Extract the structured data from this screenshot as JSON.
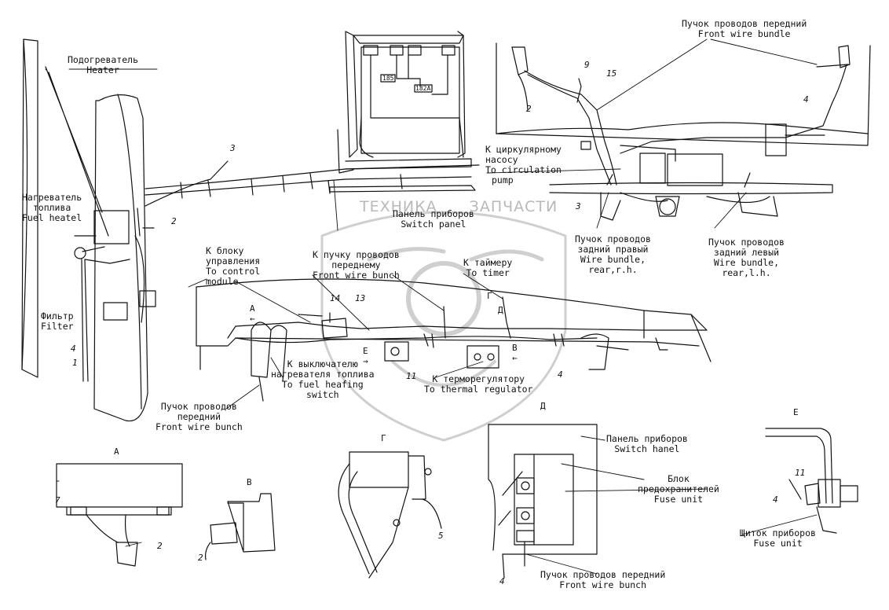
{
  "labels": {
    "heater": [
      "Подогреватель",
      "Heater"
    ],
    "fuel_heater": [
      "Нагреватель",
      "топлива",
      "Fuel heatel"
    ],
    "filter": [
      "Фильтр",
      "Filter"
    ],
    "front_bundle_top": [
      "Пучок проводов передний",
      "Front wire bundle"
    ],
    "circ_pump": [
      "К циркулярному",
      "насосу",
      "To circulation",
      "pump"
    ],
    "switch_panel": [
      "Панель приборов",
      "Switch panel"
    ],
    "control_block": [
      "К блоку",
      "управления",
      "To control",
      "module"
    ],
    "front_bunch_mid": [
      "К пучку проводов",
      "переднему",
      "Front wire bunch"
    ],
    "timer": [
      "К таймеру",
      "To timer"
    ],
    "rear_right": [
      "Пучок проводов",
      "задний правый",
      "Wire bundle,",
      "rear,r.h."
    ],
    "rear_left": [
      "Пучок проводов",
      "задний левый",
      "Wire bundle,",
      "rear,l.h."
    ],
    "heater_switch": [
      "К выключателю",
      "нагревателя топлива",
      "To fuel heafing",
      "switch"
    ],
    "thermo": [
      "К терморегулятору",
      "To thermal regulator"
    ],
    "front_bunch_left": [
      "Пучок проводов",
      "передний",
      "Front wire bunch"
    ],
    "switch_hanel": [
      "Панель приборов",
      "Switch hanel"
    ],
    "fuse_unit": [
      "Блок",
      "предохранителей",
      "Fuse unit"
    ],
    "front_bunch_d": [
      "Пучок проводов передний",
      "Front wire bunch"
    ],
    "shchitok": [
      "Щиток приборов",
      "Fuse unit"
    ]
  },
  "view_letters": {
    "A": "А",
    "B": "В",
    "G": "Г",
    "D": "Д",
    "E": "Е",
    "arrow_A": "А",
    "arrow_E": "Е",
    "arrow_B": "В",
    "arrow_G": "Г",
    "arrow_D": "Д"
  },
  "callouts": {
    "n3a": "3",
    "n2a": "2",
    "n4a": "4",
    "n1a": "1",
    "n9": "9",
    "n15": "15",
    "n2b": "2",
    "n4b": "4",
    "n3b": "3",
    "n14": "14",
    "n13": "13",
    "n11a": "11",
    "n4c": "4",
    "n7": "7",
    "n2c": "2",
    "n2d": "2",
    "n5": "5",
    "n4d": "4",
    "n11b": "11",
    "n4e": "4"
  },
  "connectors": {
    "c185": "185",
    "c182a": "182А"
  },
  "watermark": [
    "ТЕХНИКА",
    "ЗАПЧАСТИ"
  ],
  "colors": {
    "line": "#111111",
    "watermark": "#c8c8c8"
  }
}
